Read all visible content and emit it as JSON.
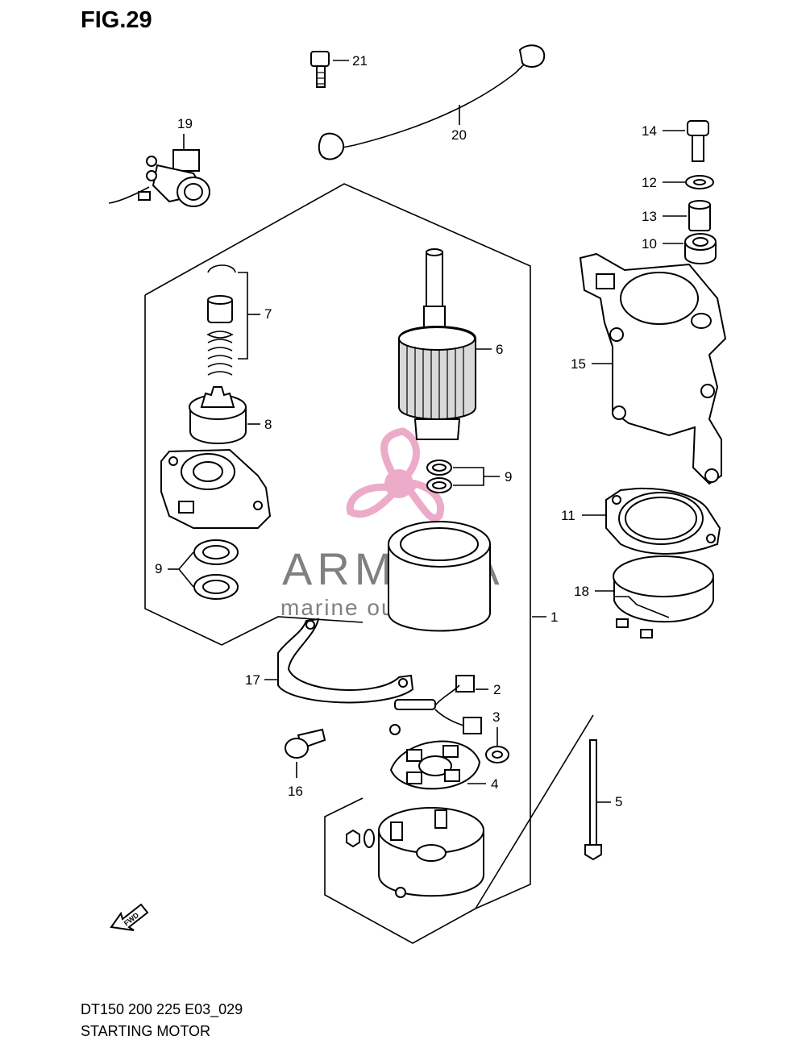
{
  "figure": {
    "title": "FIG.29",
    "model_code": "DT150 200 225 E03_029",
    "caption": "STARTING MOTOR"
  },
  "watermark": {
    "brand": "ARMADA",
    "tagline": "marine outboards",
    "logo_icon": "propeller-icon",
    "logo_color": "#e58fb8",
    "text_color": "#6b6b6b"
  },
  "fwd_badge": "FWD",
  "callouts": {
    "c1": "1",
    "c2": "2",
    "c3": "3",
    "c4": "4",
    "c5": "5",
    "c6": "6",
    "c7": "7",
    "c8": "8",
    "c9a": "9",
    "c9b": "9",
    "c10": "10",
    "c11": "11",
    "c12": "12",
    "c13": "13",
    "c14": "14",
    "c15": "15",
    "c16": "16",
    "c17": "17",
    "c18": "18",
    "c19": "19",
    "c20": "20",
    "c21": "21"
  }
}
